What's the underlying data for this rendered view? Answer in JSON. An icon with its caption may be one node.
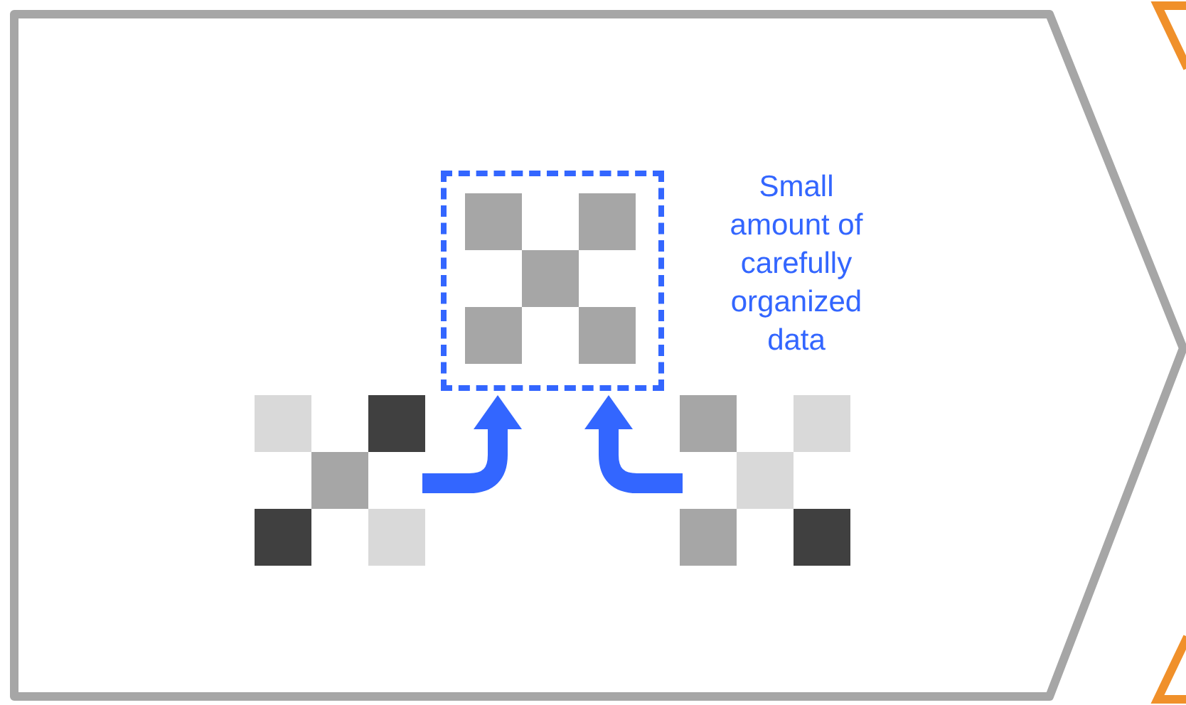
{
  "diagram": {
    "nodes": [
      {
        "text": [],
        "shape": "grid"
      },
      {
        "text": [],
        "shape": "box",
        "beside": [
          "Small amount of carefully organized data"
        ]
      },
      {
        "text": [],
        "shape": "grid"
      }
    ],
    "edges": [
      {
        "from": 0,
        "to": 1,
        "arrow": "to"
      },
      {
        "from": 2,
        "to": 1,
        "arrow": "to"
      }
    ]
  }
}
